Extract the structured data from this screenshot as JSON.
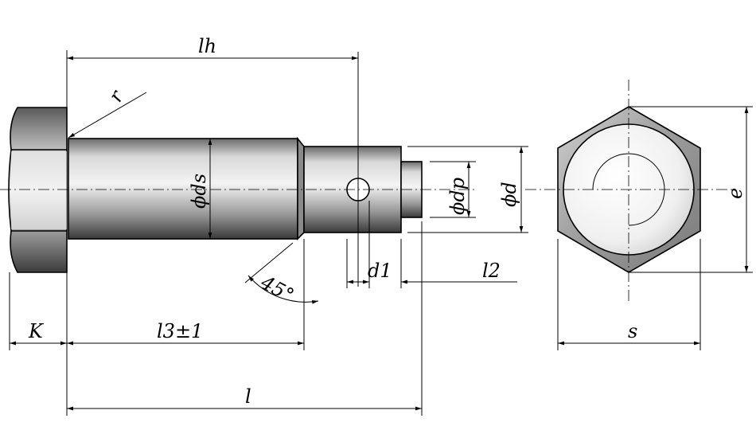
{
  "drawing": {
    "labels": {
      "lh": "lh",
      "r": "r",
      "ds": "ϕds",
      "dp": "ϕdp",
      "d": "ϕd",
      "e": "e",
      "angle": "45°",
      "d1": "d1",
      "l2": "l2",
      "K": "K",
      "l3": "l3±1",
      "l": "l",
      "s": "s"
    },
    "colors": {
      "line": "#000000",
      "metal_light": "#f2f2f2",
      "metal_mid": "#b9b9b9",
      "metal_dark": "#4a4a4a",
      "background": "#ffffff"
    }
  }
}
